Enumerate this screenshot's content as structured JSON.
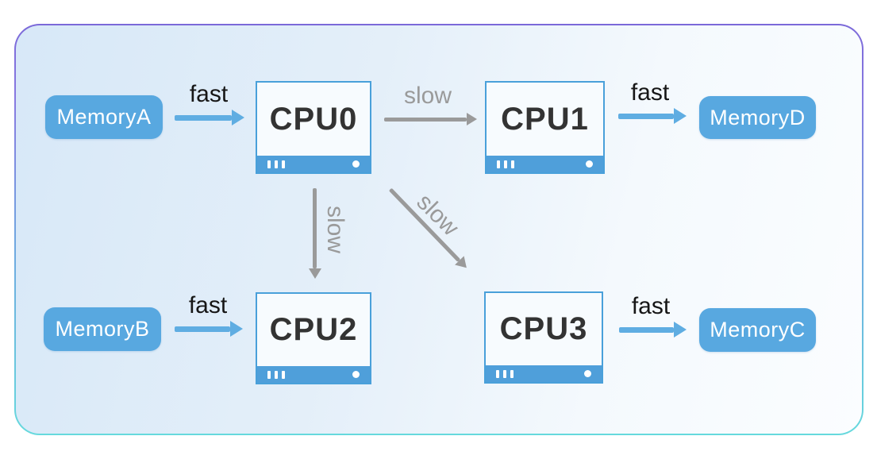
{
  "colors": {
    "node_blue": "#58a8e0",
    "cpu_border": "#49a0da",
    "cpu_bar": "#4f9fda",
    "cpu_text": "#333333",
    "memory_text": "#ffffff",
    "fast_arrow": "#5fade2",
    "slow_arrow": "#9a9a9a",
    "fast_label": "#161616",
    "slow_label": "#9a9a9a",
    "frame_border_top": "#7b69d9",
    "frame_border_bottom": "#66d9dd",
    "background_from": "#d7e8f8",
    "background_to": "#fbfdff"
  },
  "memory_nodes": [
    {
      "id": "memoryA",
      "label": "MemoryA"
    },
    {
      "id": "memoryB",
      "label": "MemoryB"
    },
    {
      "id": "memoryC",
      "label": "MemoryC"
    },
    {
      "id": "memoryD",
      "label": "MemoryD"
    }
  ],
  "cpu_nodes": [
    {
      "id": "cpu0",
      "label": "CPU0"
    },
    {
      "id": "cpu1",
      "label": "CPU1"
    },
    {
      "id": "cpu2",
      "label": "CPU2"
    },
    {
      "id": "cpu3",
      "label": "CPU3"
    }
  ],
  "edges": [
    {
      "from": "MemoryA",
      "to": "CPU0",
      "label": "fast"
    },
    {
      "from": "CPU0",
      "to": "CPU1",
      "label": "slow"
    },
    {
      "from": "CPU1",
      "to": "MemoryD",
      "label": "fast"
    },
    {
      "from": "CPU0",
      "to": "CPU2",
      "label": "slow"
    },
    {
      "from": "CPU0",
      "to": "CPU3",
      "label": "slow"
    },
    {
      "from": "MemoryB",
      "to": "CPU2",
      "label": "fast"
    },
    {
      "from": "CPU3",
      "to": "MemoryC",
      "label": "fast"
    }
  ]
}
